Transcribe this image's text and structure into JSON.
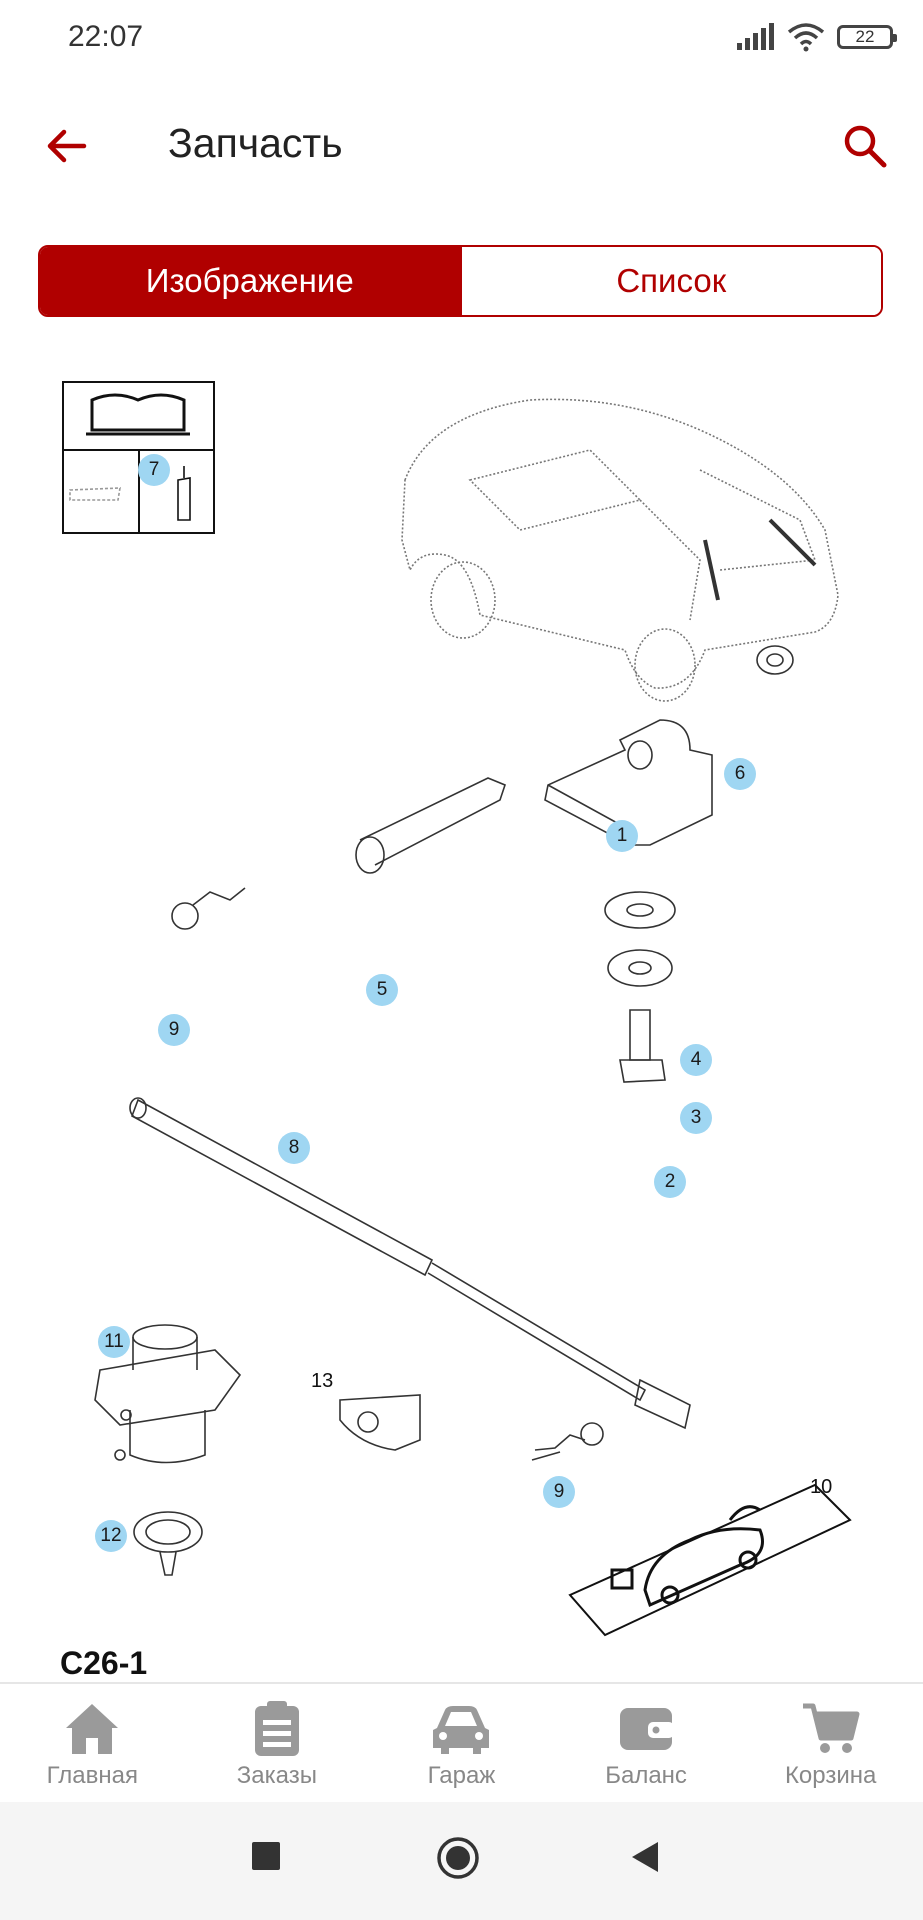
{
  "status_bar": {
    "time": "22:07",
    "battery": "22"
  },
  "app_bar": {
    "title": "Запчасть"
  },
  "tabs": [
    {
      "label": "Изображение",
      "active": true
    },
    {
      "label": "Список",
      "active": false
    }
  ],
  "diagram": {
    "code": "C26-1",
    "callouts": [
      "7",
      "6",
      "1",
      "5",
      "4",
      "9",
      "3",
      "8",
      "2",
      "11",
      "13",
      "10",
      "9",
      "12"
    ]
  },
  "bottom_nav": [
    {
      "label": "Главная",
      "icon": "home-icon"
    },
    {
      "label": "Заказы",
      "icon": "orders-icon"
    },
    {
      "label": "Гараж",
      "icon": "car-icon"
    },
    {
      "label": "Баланс",
      "icon": "wallet-icon"
    },
    {
      "label": "Корзина",
      "icon": "cart-icon"
    }
  ],
  "colors": {
    "accent": "#b00000",
    "callout": "#9fd6f2",
    "nav_text": "#888888"
  }
}
